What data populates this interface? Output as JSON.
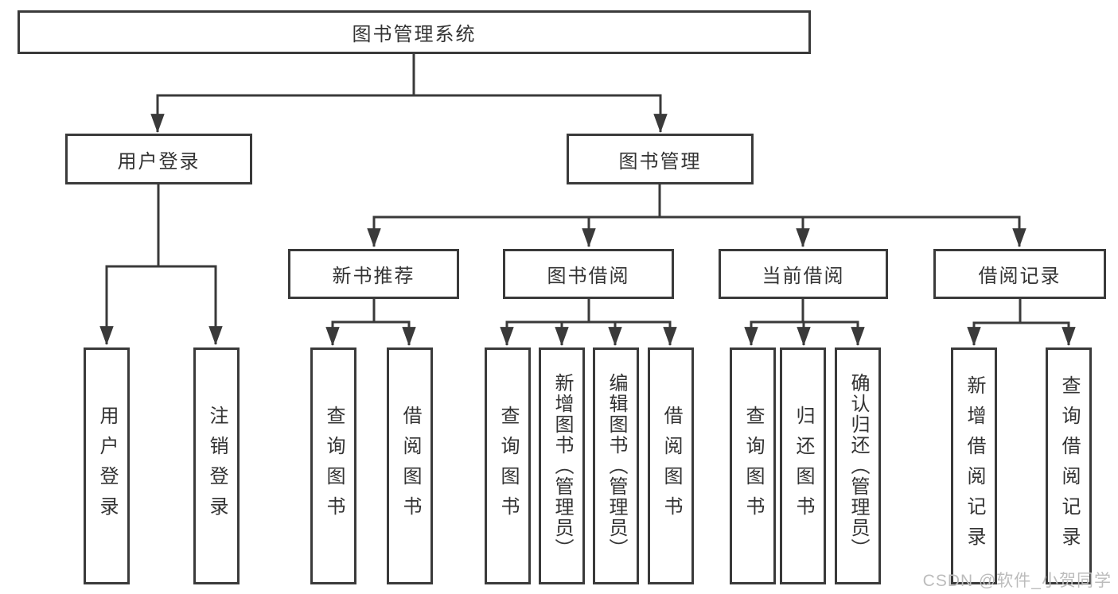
{
  "root": {
    "label": "图书管理系统"
  },
  "branches": {
    "user_login": {
      "label": "用户登录",
      "children": {
        "login": {
          "label": "用户登录"
        },
        "logout": {
          "label": "注销登录"
        }
      }
    },
    "book_mgmt": {
      "label": "图书管理",
      "children": {
        "new_book": {
          "label": "新书推荐",
          "children": {
            "query": {
              "label": "查询图书"
            },
            "borrow": {
              "label": "借阅图书"
            }
          }
        },
        "book_borrow": {
          "label": "图书借阅",
          "children": {
            "query": {
              "label": "查询图书"
            },
            "add": {
              "label": "新增图书（管理员）"
            },
            "edit": {
              "label": "编辑图书（管理员）"
            },
            "borrow": {
              "label": "借阅图书"
            }
          }
        },
        "current_borrow": {
          "label": "当前借阅",
          "children": {
            "query": {
              "label": "查询图书"
            },
            "return": {
              "label": "归还图书"
            },
            "confirm": {
              "label": "确认归还（管理员）"
            }
          }
        },
        "borrow_records": {
          "label": "借阅记录",
          "children": {
            "add": {
              "label": "新增借阅记录"
            },
            "query": {
              "label": "查询借阅记录"
            }
          }
        }
      }
    }
  },
  "watermark": {
    "text": "CSDN @软件_小贺同学"
  },
  "colors": {
    "line": "#3a3a3a",
    "text": "#333333",
    "watermark": "#bcbcbc",
    "background": "#ffffff"
  }
}
